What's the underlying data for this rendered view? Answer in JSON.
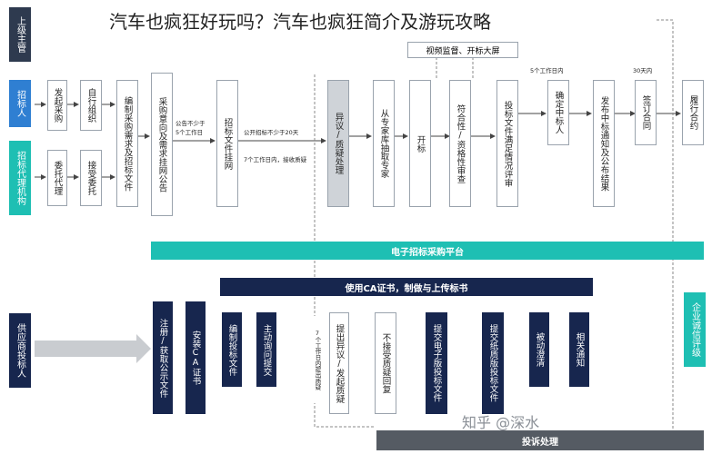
{
  "title": "汽车也疯狂好玩吗？汽车也疯狂简介及游玩攻略",
  "lanes": {
    "supervisor": "上级主管",
    "tenderer": "招标人",
    "agency": "招标代理机构",
    "supplier": "供应商投标人",
    "credit": "企业诚信评级"
  },
  "steps": {
    "initiate": "发起采购",
    "self_org": "自行组织",
    "entrust": "委托代理",
    "accept": "接受委托",
    "compile_req": "编制采购需求及招标文件",
    "purchase_notice": "采购意向及需求挂网公告",
    "tender_post": "招标文件挂网",
    "objection": "异议/质疑处理",
    "draw_experts": "从专家库抽取专家",
    "open": "开标",
    "review": "符合性/资格性审查",
    "evaluate": "投标文件满足情况评审",
    "confirm_winner": "确定中标人",
    "publish_result": "发布中标通知及公布结果",
    "sign_contract": "签订合同",
    "perform": "履行合约",
    "register": "注册/获取公示文件",
    "install_ca": "安装CA证书",
    "compile_bid": "编制投标文件",
    "inquire": "主动询问提交",
    "raise_objection": "提出异议/发起质疑",
    "no_accept": "不接受质疑回复",
    "submit_e": "提交电子版投标文件",
    "submit_paper": "提交纸质版投标文件",
    "passive": "被动澄清",
    "notify": "相关通知"
  },
  "bars": {
    "platform": "电子招标采购平台",
    "ca": "使用CA证书，制做与上传标书",
    "complaint": "投诉处理",
    "supervision": "视频监督、开标大屏"
  },
  "notes": {
    "notice_days": "公告不少于",
    "notice_days2": "5个工作日",
    "public_days": "公开招标不少于20天",
    "reply_days": "7个工作日内，接收质疑",
    "confirm_days": "5个工作日内",
    "contract_days": "30天内",
    "objection_days": "7个工作日内提出质疑"
  },
  "watermark": "知乎 @深水"
}
